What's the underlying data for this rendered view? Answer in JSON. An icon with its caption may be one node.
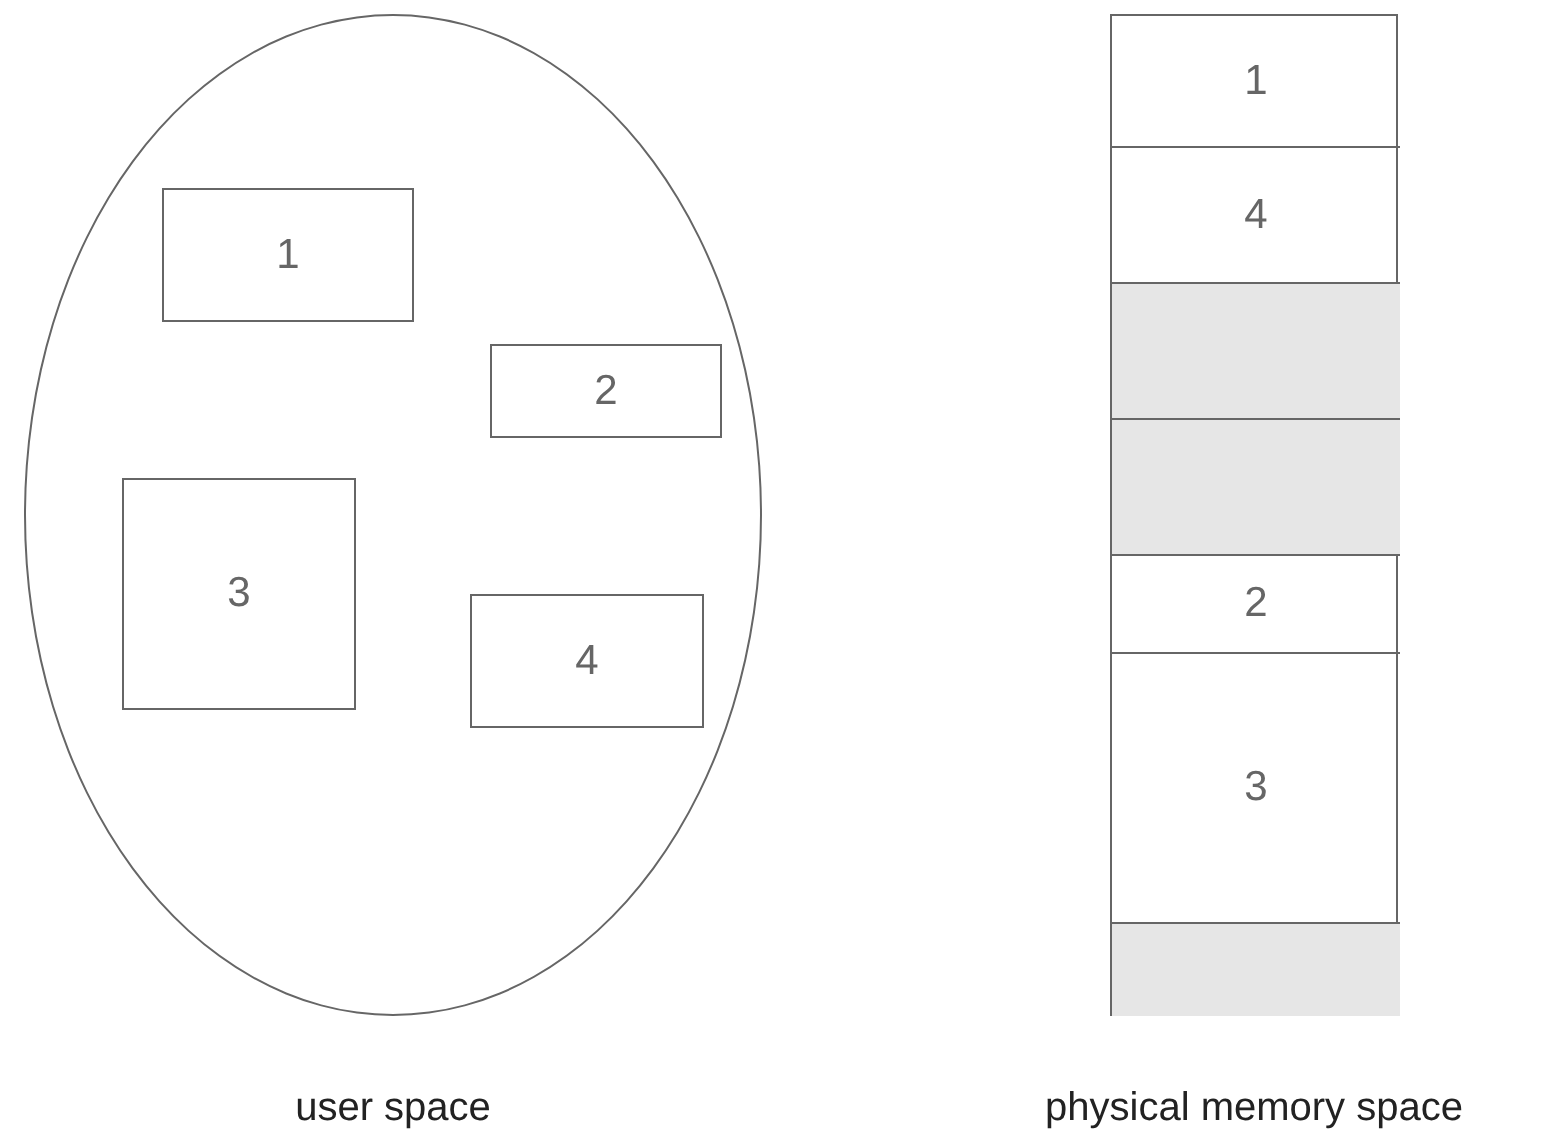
{
  "diagram": {
    "nodes": [
      {
        "text": [
          "user space"
        ]
      },
      {
        "text": [
          "1"
        ],
        "in": 0
      },
      {
        "text": [
          "2"
        ],
        "in": 0
      },
      {
        "text": [
          "3"
        ],
        "in": 0
      },
      {
        "text": [
          "4"
        ],
        "in": 0
      },
      {
        "text": [
          "physical memory space"
        ]
      },
      {
        "text": [
          "1"
        ],
        "in": 5
      },
      {
        "text": [
          "4"
        ],
        "in": 5
      },
      {
        "text": [],
        "shape": "box",
        "in": 5
      },
      {
        "text": [],
        "shape": "box",
        "in": 5
      },
      {
        "text": [
          "2"
        ],
        "in": 5
      },
      {
        "text": [
          "3"
        ],
        "in": 5
      },
      {
        "text": [],
        "shape": "box",
        "in": 5
      }
    ]
  }
}
